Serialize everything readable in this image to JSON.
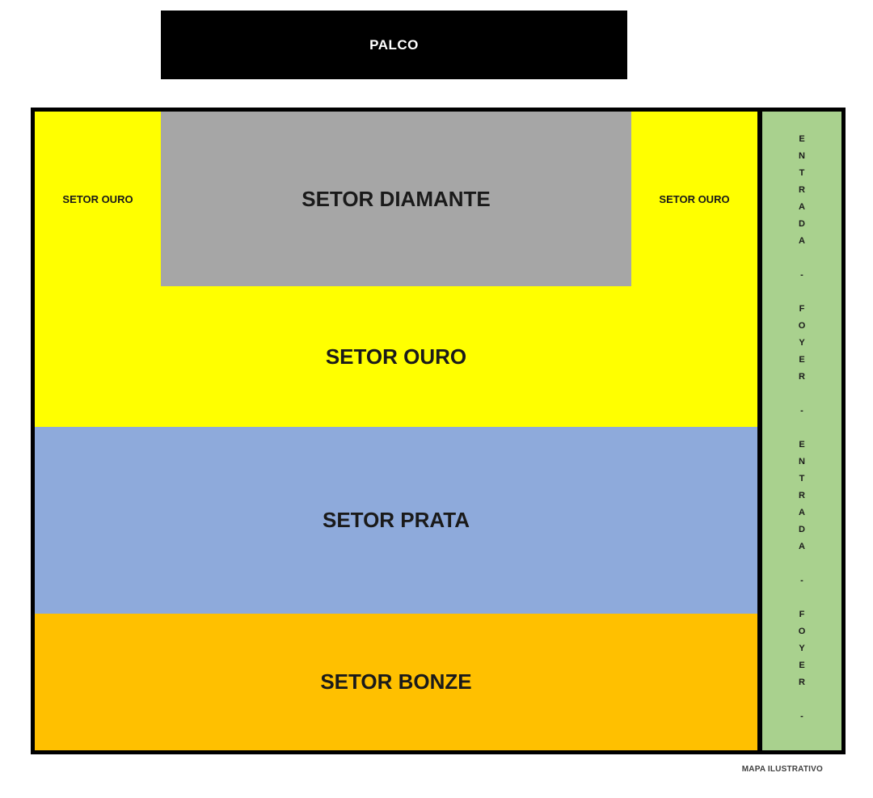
{
  "stage": {
    "label": "PALCO"
  },
  "sectors": {
    "diamante": {
      "label": "SETOR DIAMANTE"
    },
    "ouro_left": {
      "label": "SETOR OURO"
    },
    "ouro_right": {
      "label": "SETOR OURO"
    },
    "ouro_main": {
      "label": "SETOR OURO"
    },
    "prata": {
      "label": "SETOR PRATA"
    },
    "bronze": {
      "label": "SETOR BONZE"
    }
  },
  "entrance_strip": {
    "text": "ENTRADA - FOYER - ENTRADA - FOYER -"
  },
  "footer": {
    "note": "MAPA ILUSTRATIVO"
  },
  "colors": {
    "stage_bg": "#000000",
    "stage_text": "#FFFFFF",
    "ouro": "#FFFF00",
    "diamante": "#A6A6A6",
    "prata": "#8EAADB",
    "bronze": "#FFC000",
    "entrance": "#A9D18E",
    "divider": "#000000"
  }
}
